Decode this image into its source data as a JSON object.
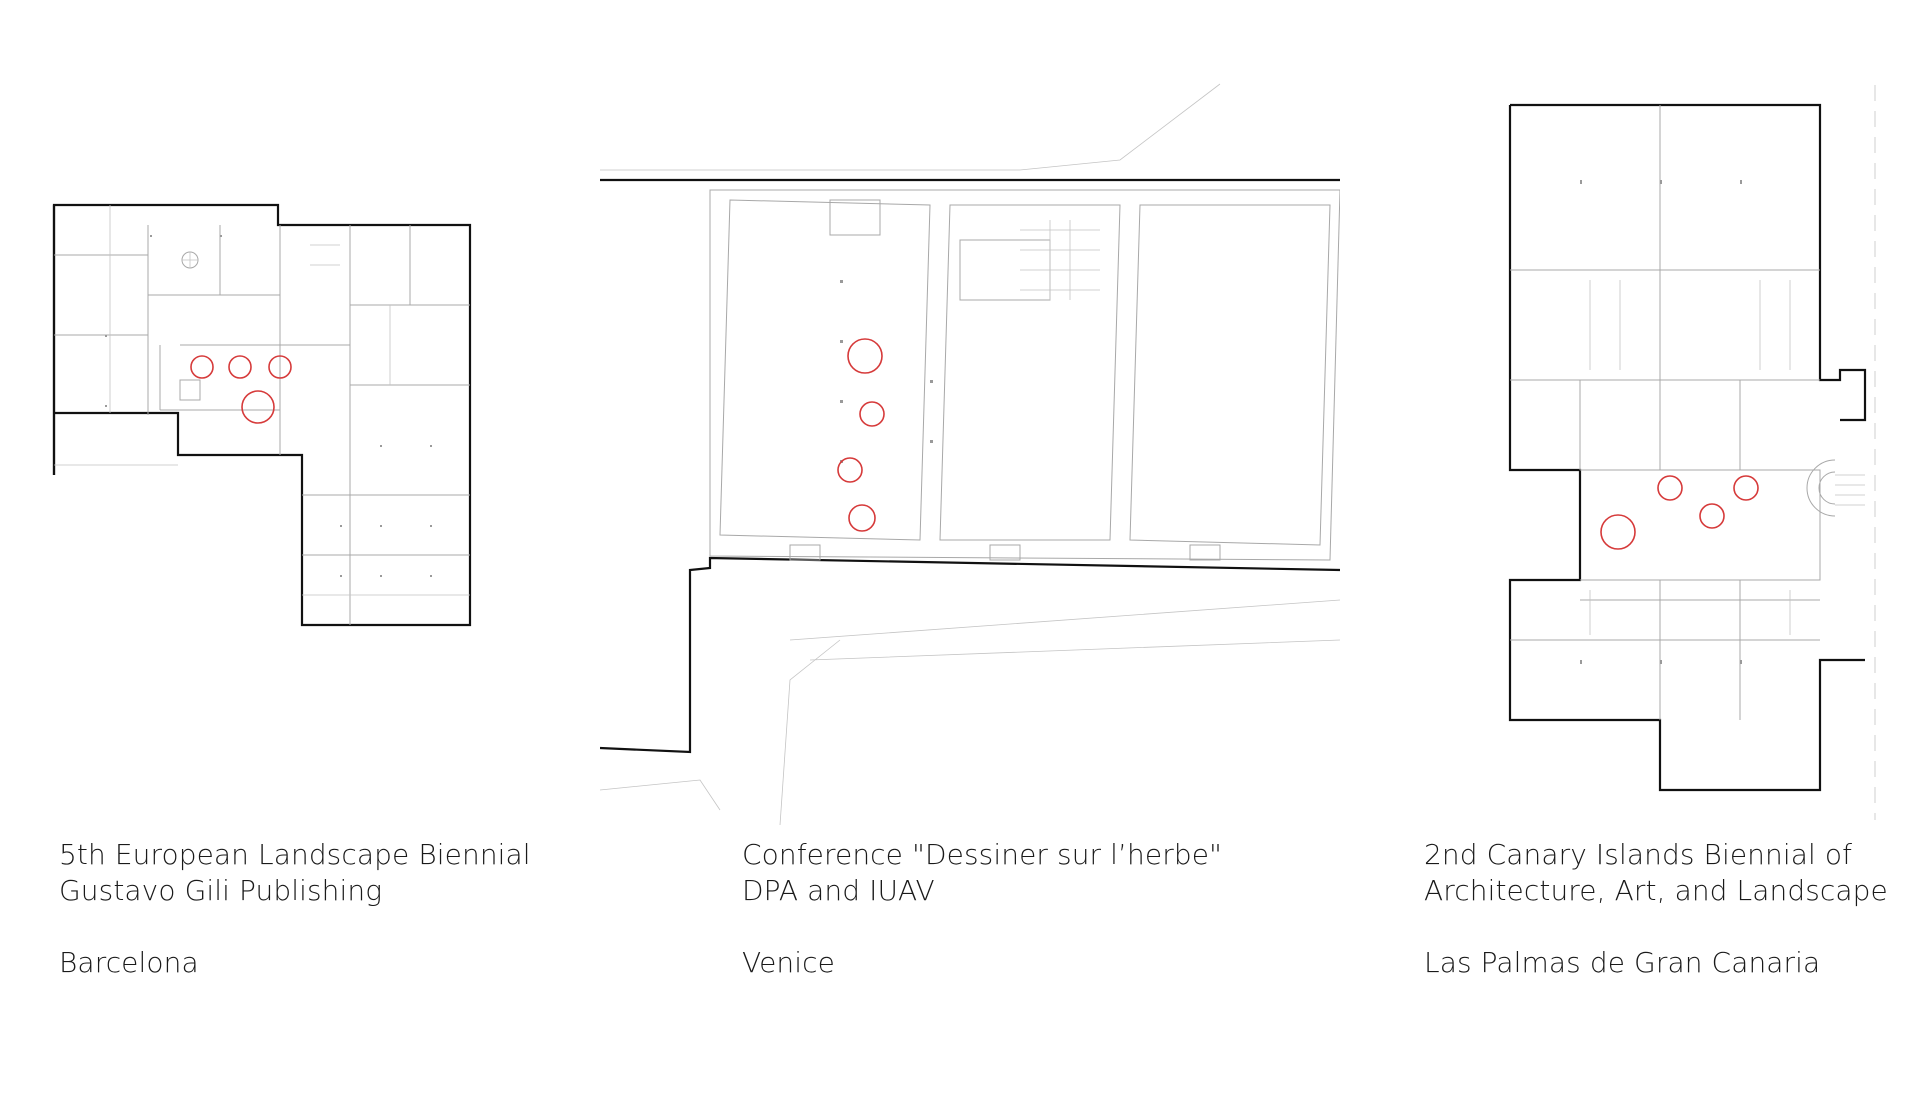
{
  "projects": [
    {
      "title_line1": "5th European Landscape Biennial",
      "title_line2": "Gustavo Gili Publishing",
      "place": "Barcelona"
    },
    {
      "title_line1": "Conference \"Dessiner sur l’herbe\"",
      "title_line2": "DPA and IUAV",
      "place": "Venice"
    },
    {
      "title_line1": "2nd Canary Islands Biennial of",
      "title_line2": "Architecture, Art, and Landscape",
      "place": "Las Palmas de Gran Canaria"
    }
  ],
  "colors": {
    "marker": "#d63a3a",
    "wall": "#111111",
    "inner_line": "#a8a8a8"
  }
}
